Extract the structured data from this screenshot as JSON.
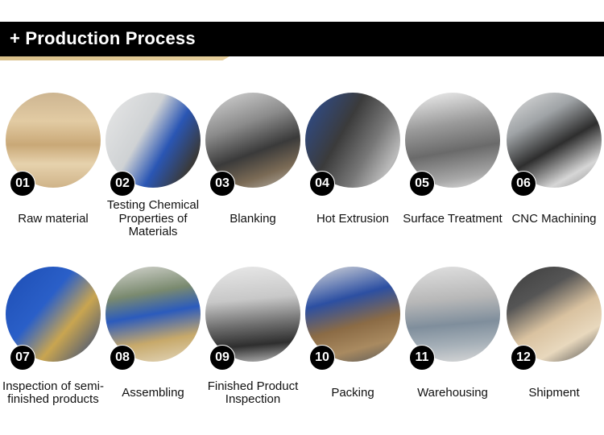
{
  "header": {
    "title": "+ Production Process"
  },
  "steps": [
    {
      "num": "01",
      "label": "Raw material",
      "bg": "linear-gradient(180deg,#cdb591 0%,#e2cba3 30%,#c9a877 55%,#e6d2ad 75%,#cfb388 100%)"
    },
    {
      "num": "02",
      "label": "Testing Chemical Properties of Materials",
      "bg": "linear-gradient(120deg,#e8e8e8 0%,#cfd2d4 40%,#2a56b4 62%,#3a3a3a 85%,#222 100%)"
    },
    {
      "num": "03",
      "label": "Blanking",
      "bg": "linear-gradient(160deg,#d8d8d8 0%,#8b8b8b 35%,#3a3a3a 60%,#7a6a55 80%,#bdb7ad 100%)"
    },
    {
      "num": "04",
      "label": "Hot Extrusion",
      "bg": "linear-gradient(120deg,#2c4f9a 0%,#3b3b3b 40%,#777 65%,#bbb 85%,#5a5a5a 100%)"
    },
    {
      "num": "05",
      "label": "Surface Treatment",
      "bg": "linear-gradient(170deg,#f2f2f2 0%,#9a9a9a 35%,#6a6a6a 60%,#a7a7a7 85%,#e0e0e0 100%)"
    },
    {
      "num": "06",
      "label": "CNC Machining",
      "bg": "linear-gradient(150deg,#e2e2e2 0%,#9fa3a6 30%,#2e2e2e 55%,#d6d6d6 80%,#888 100%)"
    },
    {
      "num": "07",
      "label": "Inspection of semi-finished products",
      "bg": "linear-gradient(130deg,#1d4db3 0%,#2a5fc8 40%,#c9a550 65%,#6c6c6c 85%,#b4a890 100%)"
    },
    {
      "num": "08",
      "label": "Assembling",
      "bg": "linear-gradient(170deg,#d7d7d2 0%,#7a8a6f 30%,#2b5bbd 50%,#c7a96a 75%,#e3d7be 100%)"
    },
    {
      "num": "09",
      "label": "Finished Product Inspection",
      "bg": "linear-gradient(175deg,#e8e8e8 0%,#c8c8c8 35%,#6f6f6f 60%,#2e2e2e 80%,#bbbbbb 100%)"
    },
    {
      "num": "10",
      "label": "Packing",
      "bg": "linear-gradient(165deg,#dcdcdc 0%,#2c4fa2 35%,#8b6b45 60%,#a98a60 80%,#5a5a5a 100%)"
    },
    {
      "num": "11",
      "label": "Warehousing",
      "bg": "linear-gradient(175deg,#e0e0e0 0%,#b8b8b8 35%,#7f8e9c 60%,#a6b0b8 80%,#d8d8d8 100%)"
    },
    {
      "num": "12",
      "label": "Shipment",
      "bg": "linear-gradient(150deg,#3c3c3c 0%,#555 30%,#d9c2a0 55%,#e8d8bd 75%,#4a4a4a 100%)"
    }
  ]
}
